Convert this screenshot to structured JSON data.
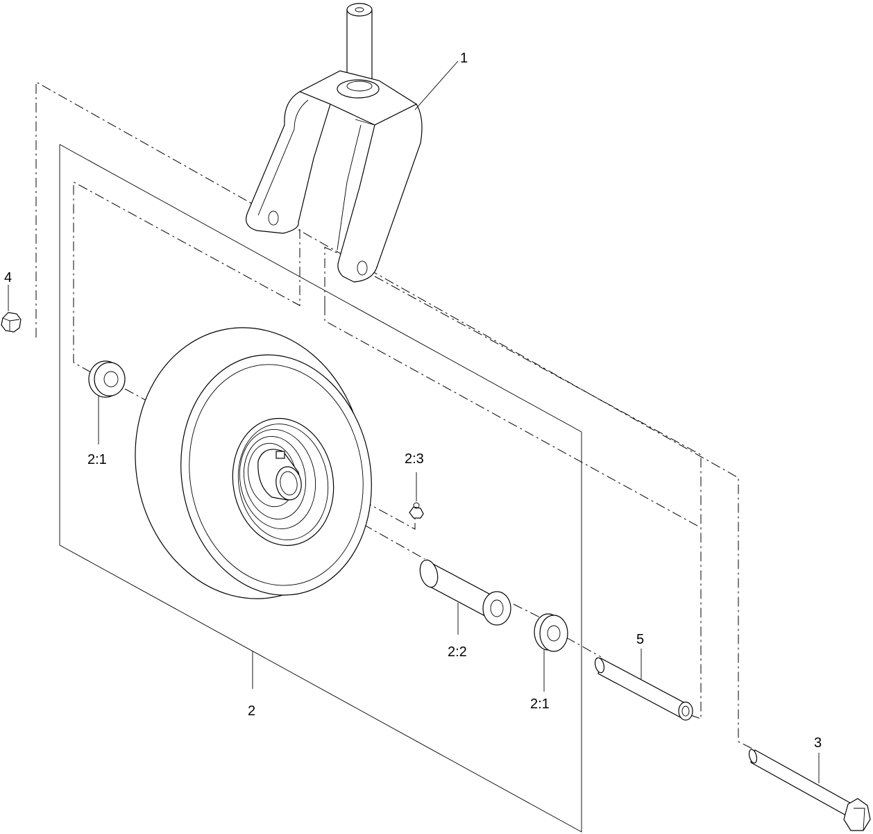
{
  "diagram": {
    "callouts": {
      "yoke": "1",
      "wheel_assembly": "2",
      "bushing_left": "2:1",
      "bushing_right": "2:1",
      "spacer_tube": "2:2",
      "grease_fitting": "2:3",
      "bolt": "3",
      "nut": "4",
      "spacer": "5"
    }
  }
}
